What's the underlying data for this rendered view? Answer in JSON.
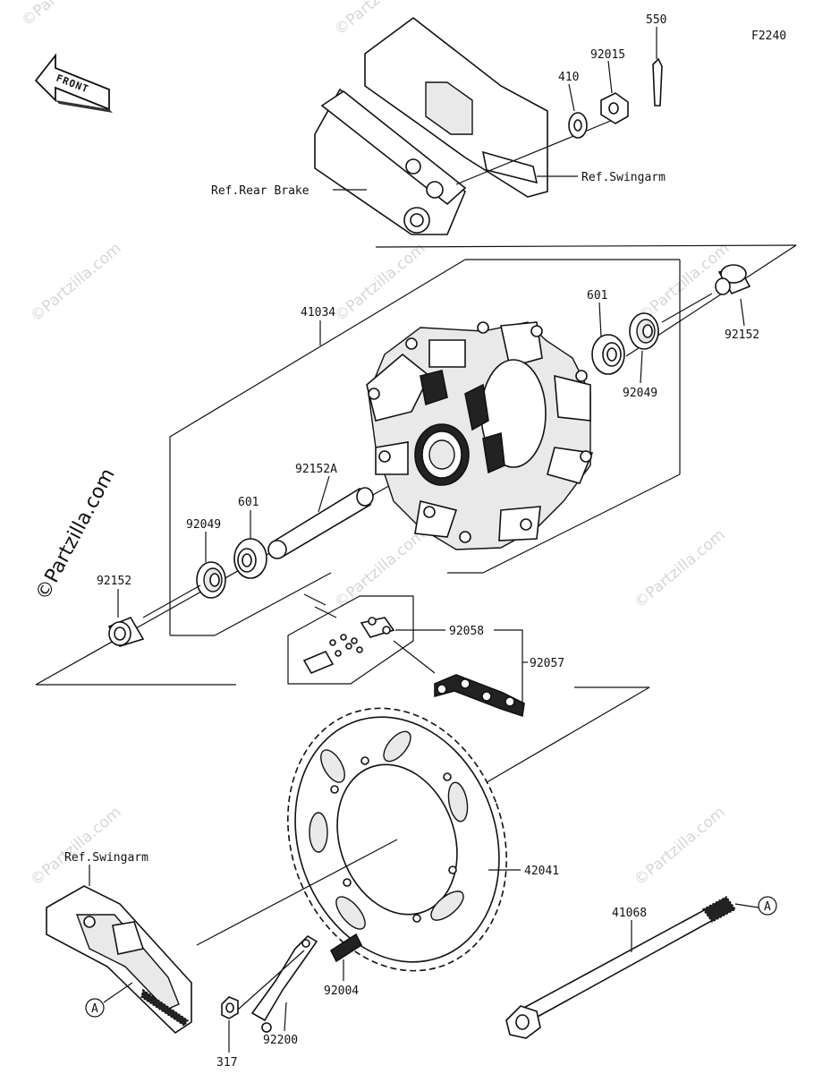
{
  "diagram_code": "F2240",
  "front_arrow": {
    "text": "FRONT"
  },
  "watermark": "©Partzilla.com",
  "refs": {
    "rear_brake": "Ref.Rear Brake",
    "swingarm_top": "Ref.Swingarm",
    "swingarm_bottom": "Ref.Swingarm"
  },
  "callouts": {
    "a_left": "A",
    "a_right": "A"
  },
  "parts": {
    "p550": "550",
    "p92015": "92015",
    "p410": "410",
    "p41034": "41034",
    "p601_right": "601",
    "p92152_right": "92152",
    "p92049_right": "92049",
    "p92152A": "92152A",
    "p601_left": "601",
    "p92049_left": "92049",
    "p92152_left": "92152",
    "p92058": "92058",
    "p92057": "92057",
    "p42041": "42041",
    "p41068": "41068",
    "p92004": "92004",
    "p92200": "92200",
    "p317": "317"
  }
}
